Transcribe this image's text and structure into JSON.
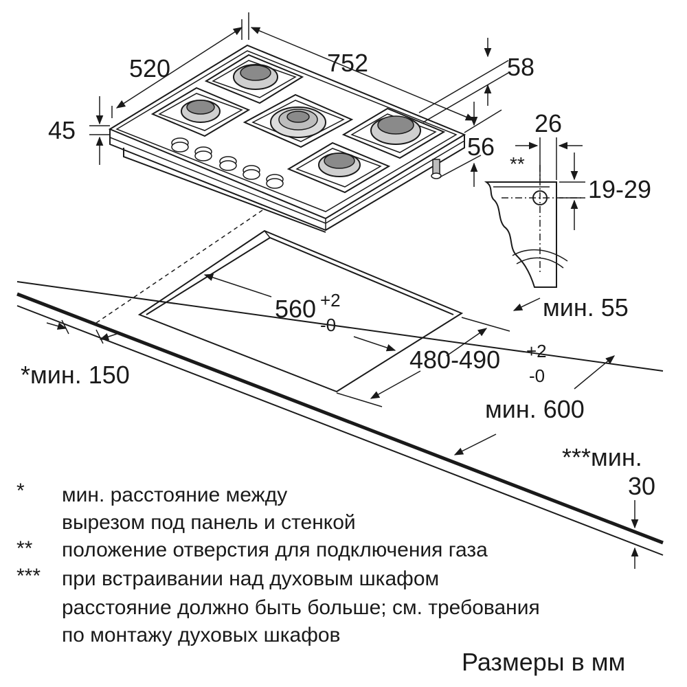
{
  "hob_dims": {
    "d520": "520",
    "d752": "752",
    "d58": "58",
    "d45": "45",
    "d56": "56"
  },
  "gas_detail": {
    "d26": "26",
    "star2": "**",
    "d19_29": "19-29"
  },
  "cutout": {
    "w_main": "560",
    "w_sup": "+2",
    "w_sub": "-0",
    "d_main": "480-490",
    "d_sup": "+2",
    "d_sub": "-0"
  },
  "clearances": {
    "min55": "мин. 55",
    "min150": "*мин. 150",
    "min600": "мин. 600",
    "min30_label": "***мин.",
    "min30_value": "30"
  },
  "notes": [
    {
      "mark": "*",
      "lines": [
        "мин. расстояние между",
        "вырезом под панель и стенкой"
      ]
    },
    {
      "mark": "**",
      "lines": [
        "положение отверстия для подключения газа"
      ]
    },
    {
      "mark": "***",
      "lines": [
        "при встраивании над духовым шкафом",
        "расстояние должно быть больше; см. требования",
        "по монтажу духовых шкафов"
      ]
    }
  ],
  "units": "Размеры в мм"
}
